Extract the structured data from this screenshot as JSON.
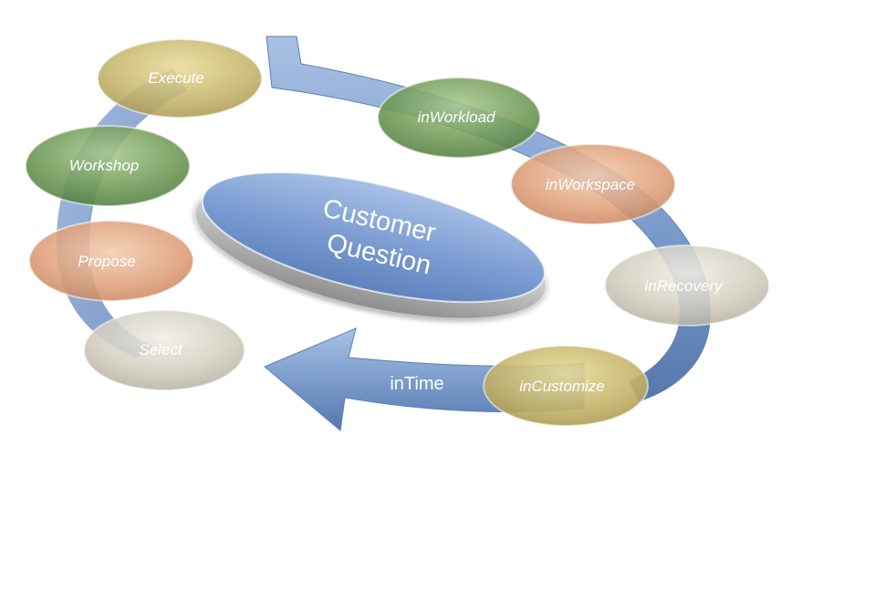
{
  "center": {
    "line1": "Customer",
    "line2": "Question"
  },
  "arrow_label": "inTime",
  "left_steps": [
    "Execute",
    "Workshop",
    "Propose",
    "Select"
  ],
  "right_steps": [
    "inWorkload",
    "inWorkspace",
    "inRecovery",
    "inCustomize"
  ],
  "colors": {
    "arrow": "#7f9fce",
    "center_disc": "#7e9fd4",
    "olive": "#c4b46a",
    "green": "#6e9a56",
    "peach": "#d9a07c",
    "grey": "#cfcbbd"
  }
}
